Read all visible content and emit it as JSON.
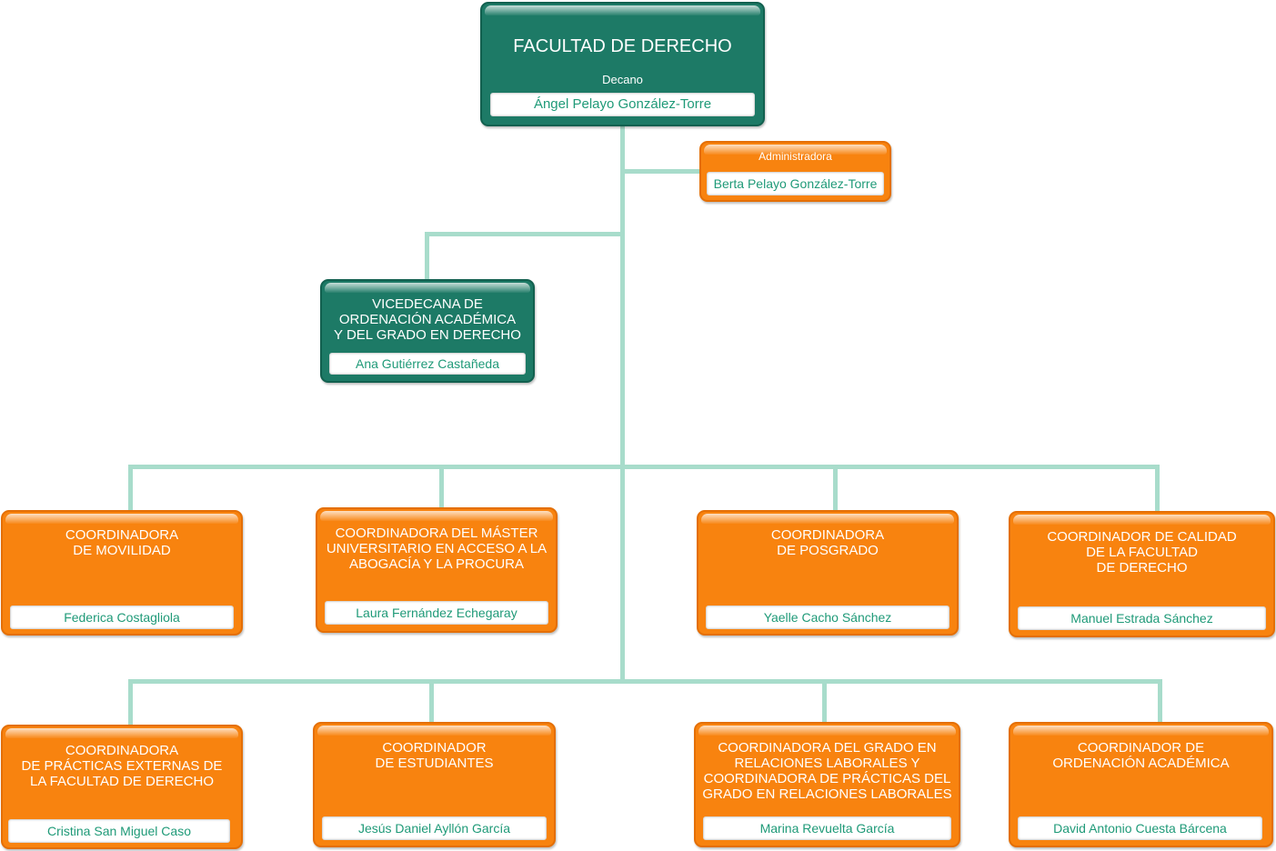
{
  "dean": {
    "title": "FACULTAD DE DERECHO",
    "role": "Decano",
    "name": "Ángel Pelayo González-Torre"
  },
  "administrator": {
    "role": "Administradora",
    "name": "Berta Pelayo González-Torre"
  },
  "vicedean": {
    "title": "VICEDECANA DE\nORDENACIÓN ACADÉMICA\nY DEL GRADO EN DERECHO",
    "name": "Ana Gutiérrez Castañeda"
  },
  "row1": [
    {
      "title": "COORDINADORA\nDE MOVILIDAD",
      "name": "Federica Costagliola"
    },
    {
      "title": "COORDINADORA DEL MÁSTER\nUNIVERSITARIO EN ACCESO A LA\nABOGACÍA Y LA PROCURA",
      "name": "Laura Fernández Echegaray"
    },
    {
      "title": "COORDINADORA\nDE POSGRADO",
      "name": "Yaelle Cacho Sánchez"
    },
    {
      "title": "COORDINADOR DE CALIDAD\nDE LA FACULTAD\nDE DERECHO",
      "name": "Manuel Estrada Sánchez"
    }
  ],
  "row2": [
    {
      "title": "COORDINADORA\nDE PRÁCTICAS EXTERNAS DE\nLA FACULTAD DE DERECHO",
      "name": "Cristina San Miguel Caso"
    },
    {
      "title": "COORDINADOR\nDE ESTUDIANTES",
      "name": "Jesús Daniel Ayllón García"
    },
    {
      "title": "COORDINADORA DEL GRADO EN\nRELACIONES LABORALES Y\nCOORDINADORA DE PRÁCTICAS DEL\nGRADO EN RELACIONES LABORALES",
      "name": "Marina Revuelta García"
    },
    {
      "title": "COORDINADOR DE\nORDENACIÓN ACADÉMICA",
      "name": "David Antonio Cuesta Bárcena"
    }
  ],
  "colors": {
    "green": "#1d7a66",
    "orange": "#f8830f",
    "connector": "#a8dccb",
    "name_text": "#1f9a78"
  }
}
